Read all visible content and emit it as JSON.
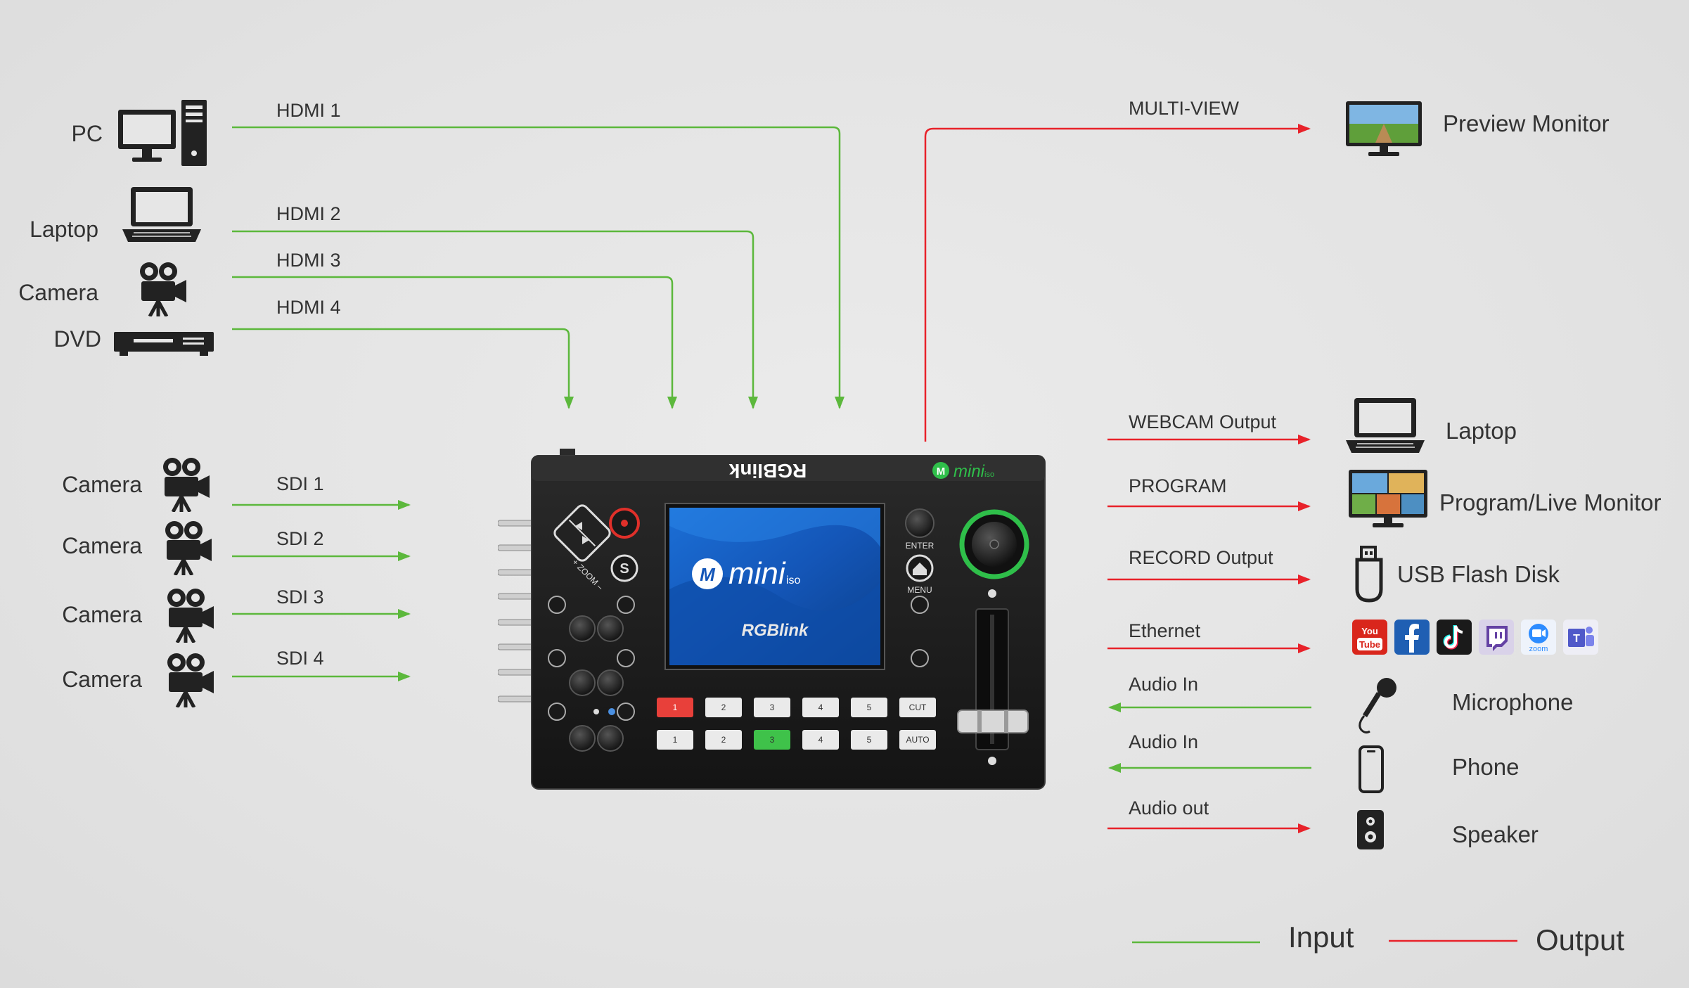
{
  "sources": [
    {
      "label": "PC",
      "icon": "pc-icon",
      "signal": "HDMI 1"
    },
    {
      "label": "Laptop",
      "icon": "laptop-icon",
      "signal": "HDMI 2"
    },
    {
      "label": "Camera",
      "icon": "camera-icon",
      "signal": "HDMI 3"
    },
    {
      "label": "DVD",
      "icon": "dvd-icon",
      "signal": "HDMI 4"
    }
  ],
  "sdi_sources": [
    {
      "label": "Camera",
      "icon": "camera-icon",
      "signal": "SDI 1"
    },
    {
      "label": "Camera",
      "icon": "camera-icon",
      "signal": "SDI 2"
    },
    {
      "label": "Camera",
      "icon": "camera-icon",
      "signal": "SDI 3"
    },
    {
      "label": "Camera",
      "icon": "camera-icon",
      "signal": "SDI 4"
    }
  ],
  "outputs": [
    {
      "signal": "MULTI-VIEW",
      "label": "Preview Monitor",
      "icon": "monitor-icon",
      "direction": "output"
    },
    {
      "signal": "WEBCAM Output",
      "label": "Laptop",
      "icon": "laptop-icon",
      "direction": "output"
    },
    {
      "signal": "PROGRAM",
      "label": "Program/Live Monitor",
      "icon": "monitor-icon",
      "direction": "output"
    },
    {
      "signal": "RECORD Output",
      "label": "USB Flash Disk",
      "icon": "usb-drive-icon",
      "direction": "output"
    },
    {
      "signal": "Ethernet",
      "label": "",
      "icon": "streaming-platforms-icons",
      "direction": "output"
    },
    {
      "signal": "Audio In",
      "label": "Microphone",
      "icon": "microphone-icon",
      "direction": "input"
    },
    {
      "signal": "Audio In",
      "label": "Phone",
      "icon": "phone-icon",
      "direction": "input"
    },
    {
      "signal": "Audio out",
      "label": "Speaker",
      "icon": "speaker-icon",
      "direction": "output"
    }
  ],
  "streaming_platforms": [
    "youtube-icon",
    "facebook-icon",
    "tiktok-icon",
    "twitch-icon",
    "zoom-icon",
    "teams-icon"
  ],
  "device": {
    "brand": "RGBlink",
    "model_logo": "mini",
    "model_suffix": "iso",
    "screen_brand": "RGBlink",
    "keys": {
      "enter": "ENTER",
      "menu": "MENU",
      "zoom": "+ ZOOM –",
      "cut": "CUT",
      "auto": "AUTO",
      "row1": [
        "1",
        "2",
        "3",
        "4",
        "5"
      ],
      "row2": [
        "1",
        "2",
        "3",
        "4",
        "5"
      ]
    }
  },
  "legend": {
    "input": "Input",
    "output": "Output"
  },
  "colors": {
    "input": "#5cb83c",
    "output": "#e8222a",
    "background": "#e6e6e6",
    "device": "#1c1c1c",
    "program_key": "#e8403a",
    "preview_key": "#3fc24a"
  }
}
